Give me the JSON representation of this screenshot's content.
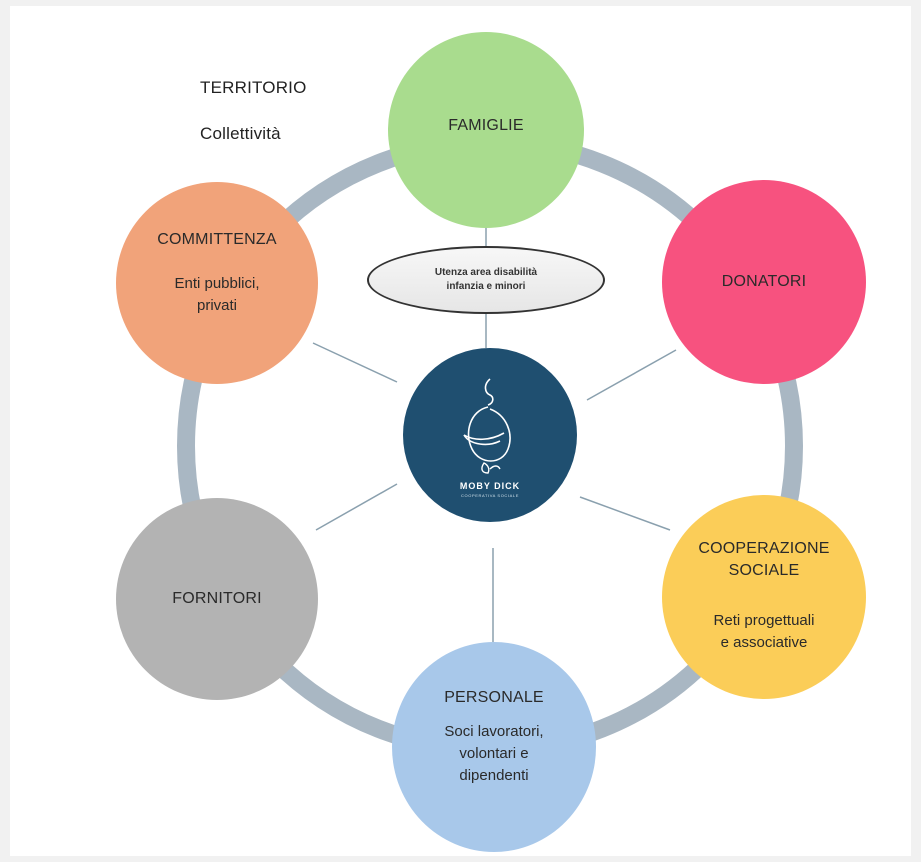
{
  "corner": {
    "line1": "TERRITORIO",
    "line2": "Collettività"
  },
  "center": {
    "logo_name": "MOBY DICK",
    "logo_sub": "COOPERATIVA SOCIALE"
  },
  "ellipse": {
    "line1": "Utenza area disabilità",
    "line2": "infanzia e minori"
  },
  "nodes": {
    "famiglie": {
      "title": "FAMIGLIE",
      "color": "#a9dc8e"
    },
    "donatori": {
      "title": "DONATORI",
      "color": "#f7527f"
    },
    "cooperazione": {
      "title_line1": "COOPERAZIONE",
      "title_line2": "SOCIALE",
      "sub_line1": "Reti progettuali",
      "sub_line2": "e associative",
      "color": "#fbcd58"
    },
    "personale": {
      "title": "PERSONALE",
      "sub_line1": "Soci lavoratori,",
      "sub_line2": "volontari e",
      "sub_line3": "dipendenti",
      "color": "#a8c8ea"
    },
    "fornitori": {
      "title": "FORNITORI",
      "color": "#b3b3b3"
    },
    "committenza": {
      "title": "COMMITTENZA",
      "sub_line1": "Enti pubblici,",
      "sub_line2": "privati",
      "color": "#f1a37a"
    }
  },
  "colors": {
    "ring": "#a9b7c3",
    "center": "#1f4f70"
  }
}
